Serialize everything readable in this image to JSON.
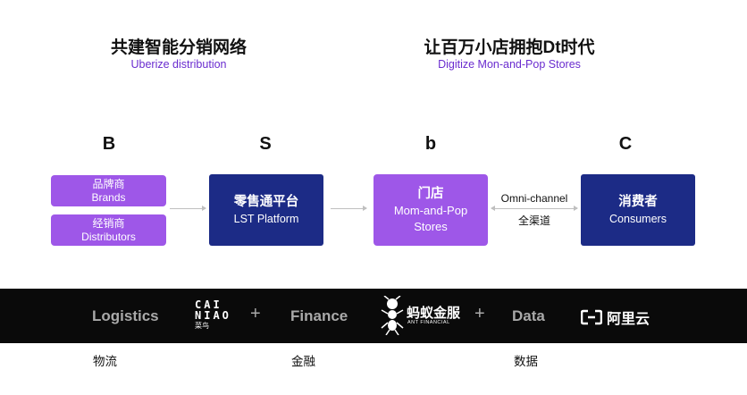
{
  "left_title": {
    "zh": "共建智能分销网络",
    "en": "Uberize distribution"
  },
  "right_title": {
    "zh": "让百万小店拥抱Dt时代",
    "en": "Digitize Mon-and-Pop Stores"
  },
  "letters": {
    "b_upper": "B",
    "s": "S",
    "b_lower": "b",
    "c": "C"
  },
  "nodes": {
    "brands": {
      "zh": "品牌商",
      "en": "Brands"
    },
    "distributors": {
      "zh": "经销商",
      "en": "Distributors"
    },
    "lst": {
      "zh": "零售通平台",
      "en": "LST Platform"
    },
    "stores": {
      "zh": "门店",
      "en_line1": "Mom-and-Pop",
      "en_line2": "Stores"
    },
    "consumers": {
      "zh": "消费者",
      "en": "Consumers"
    }
  },
  "connector": {
    "en": "Omni-channel",
    "zh": "全渠道"
  },
  "band": {
    "logistics": "Logistics",
    "finance": "Finance",
    "data": "Data",
    "plus": "+",
    "cainiao": {
      "line1": "CAI",
      "line2": "NIAO",
      "cn": "菜鸟"
    },
    "ant": {
      "cn": "蚂蚁金服",
      "en": "ANT FINANCIAL"
    },
    "aliyun": {
      "cn": "阿里云"
    }
  },
  "bottom_labels": {
    "logistics": "物流",
    "finance": "金融",
    "data": "数据"
  },
  "colors": {
    "purple": "#9e57e8",
    "navy": "#1c2b86",
    "accent_text": "#6a2ccf",
    "band": "#0a0a0a"
  }
}
